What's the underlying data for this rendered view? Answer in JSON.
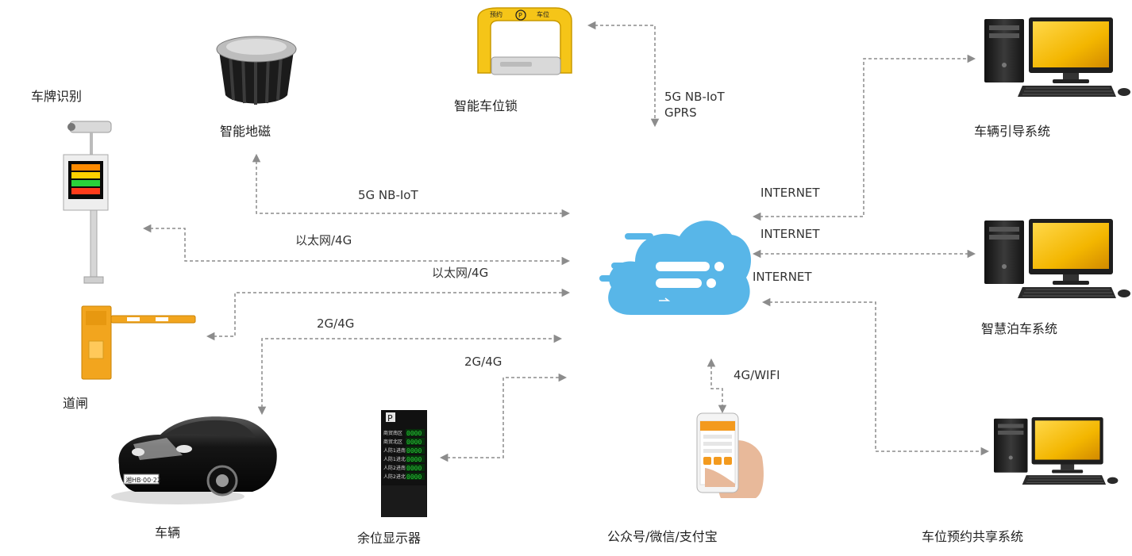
{
  "nodes": {
    "plate_recognition": "车牌识别",
    "geomagnetic": "智能地磁",
    "parking_lock": "智能车位锁",
    "guidance_system": "车辆引导系统",
    "smart_parking_system": "智慧泊车系统",
    "reservation_system": "车位预约共享系统",
    "barrier_gate": "道闸",
    "vehicle": "车辆",
    "space_display": "余位显示器",
    "mobile_apps": "公众号/微信/支付宝"
  },
  "links": {
    "lock_net_1": "5G NB-IoT",
    "lock_net_2": "GPRS",
    "geo_net": "5G NB-IoT",
    "plate_net": "以太网/4G",
    "gate_net": "以太网/4G",
    "vehicle_net": "2G/4G",
    "display_net": "2G/4G",
    "internet_1": "INTERNET",
    "internet_2": "INTERNET",
    "internet_3": "INTERNET",
    "mobile_net": "4G/WIFI"
  },
  "display_rows": [
    "商贸南区",
    "商贸北区",
    "人防1进南",
    "人防1进北",
    "人防2进南",
    "人防2进北"
  ],
  "display_values": [
    "0000",
    "0000",
    "0000",
    "0000",
    "0000",
    "0000"
  ],
  "colors": {
    "cloud": "#58b6e8",
    "cloud_dark": "#2f9bd8",
    "connector": "#8c8c8c",
    "lock_yellow": "#f5c518",
    "gate_orange": "#f2a51e",
    "monitor_yellow": "#f3c300",
    "led_green": "#29d13a",
    "led_red": "#ff3b1a"
  }
}
